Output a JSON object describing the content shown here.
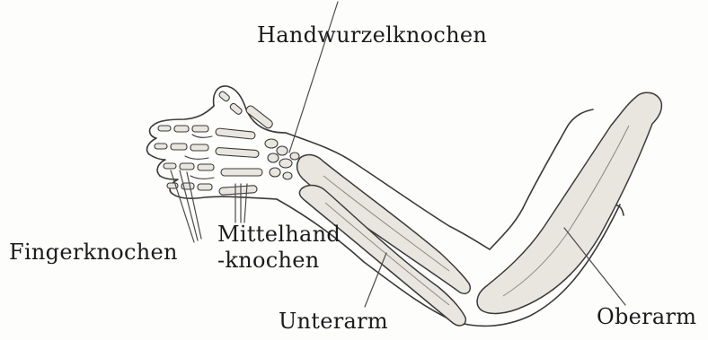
{
  "labels": {
    "carpals": "Handwurzelknochen",
    "phalanges": "Fingerknochen",
    "metacarpals_line1": "Mittelhand",
    "metacarpals_line2": "-knochen",
    "forearm": "Unterarm",
    "upper_arm": "Oberarm"
  },
  "colors": {
    "pencil": "#3a3a3a",
    "bone_fill": "#e9e6df",
    "bone_shade": "#8d8a84",
    "paper": "#fdfdfc"
  }
}
